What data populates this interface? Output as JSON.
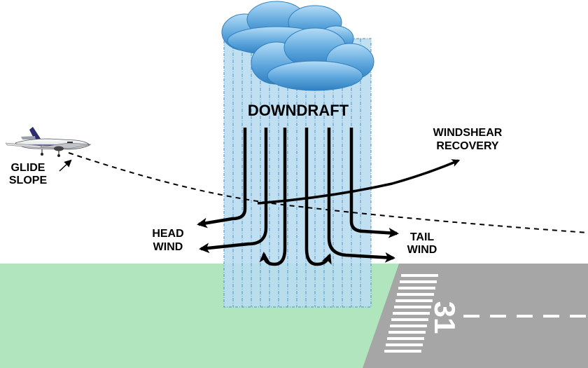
{
  "labels": {
    "downdraft": "DOWNDRAFT",
    "windshear_line1": "WINDSHEAR",
    "windshear_line2": "RECOVERY",
    "glide_line1": "GLIDE",
    "glide_line2": "SLOPE",
    "head_line1": "HEAD",
    "head_line2": "WIND",
    "tail_line1": "TAIL",
    "tail_line2": "WIND",
    "runway_number": "31"
  },
  "colors": {
    "sky": "#ffffff",
    "grass": "#b1e5bd",
    "runway": "#a6a6a6",
    "rain_shaft": "#b9dcef",
    "rain_lines": "#4a8ec5",
    "cloud_light": "#a9d3f2",
    "cloud_dark": "#2f7fc0",
    "arrows": "#000000",
    "runway_markings": "#ffffff"
  },
  "icons": {
    "aircraft": "turboprop-airplane-icon",
    "cloud": "storm-cloud-icon"
  }
}
